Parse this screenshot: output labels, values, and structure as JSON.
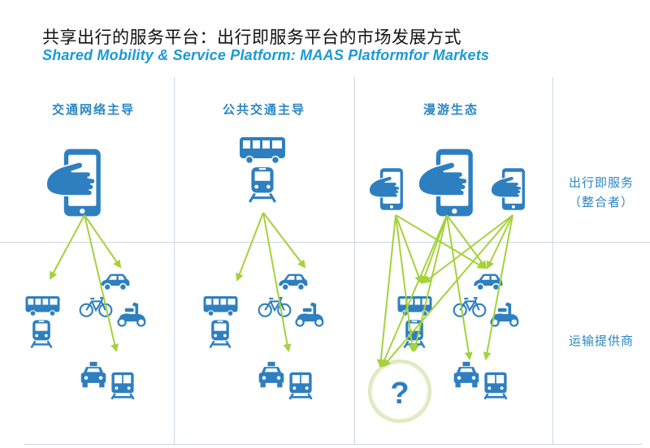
{
  "title_zh": "共享出行的服务平台：出行即服务平台的市场发展方式",
  "title_en": "Shared Mobility & Service Platform: MAAS Platformfor Markets",
  "columns": [
    {
      "label": "交通网络主导"
    },
    {
      "label": "公共交通主导"
    },
    {
      "label": "漫游生态"
    }
  ],
  "rows": {
    "service": {
      "line1": "出行即服务",
      "line2": "（整合者）"
    },
    "providers": {
      "label": "运输提供商"
    }
  },
  "unknown_symbol": "?",
  "colors": {
    "icon": "#2e7fc0",
    "arrow": "#a4d23a",
    "grid": "#c9d7e6",
    "title_en": "#1a9ad6"
  },
  "icons": [
    "smartphone-icon",
    "bus-icon",
    "train-icon",
    "car-icon",
    "bicycle-icon",
    "scooter-icon",
    "taxi-icon",
    "tram-icon",
    "question-icon"
  ]
}
